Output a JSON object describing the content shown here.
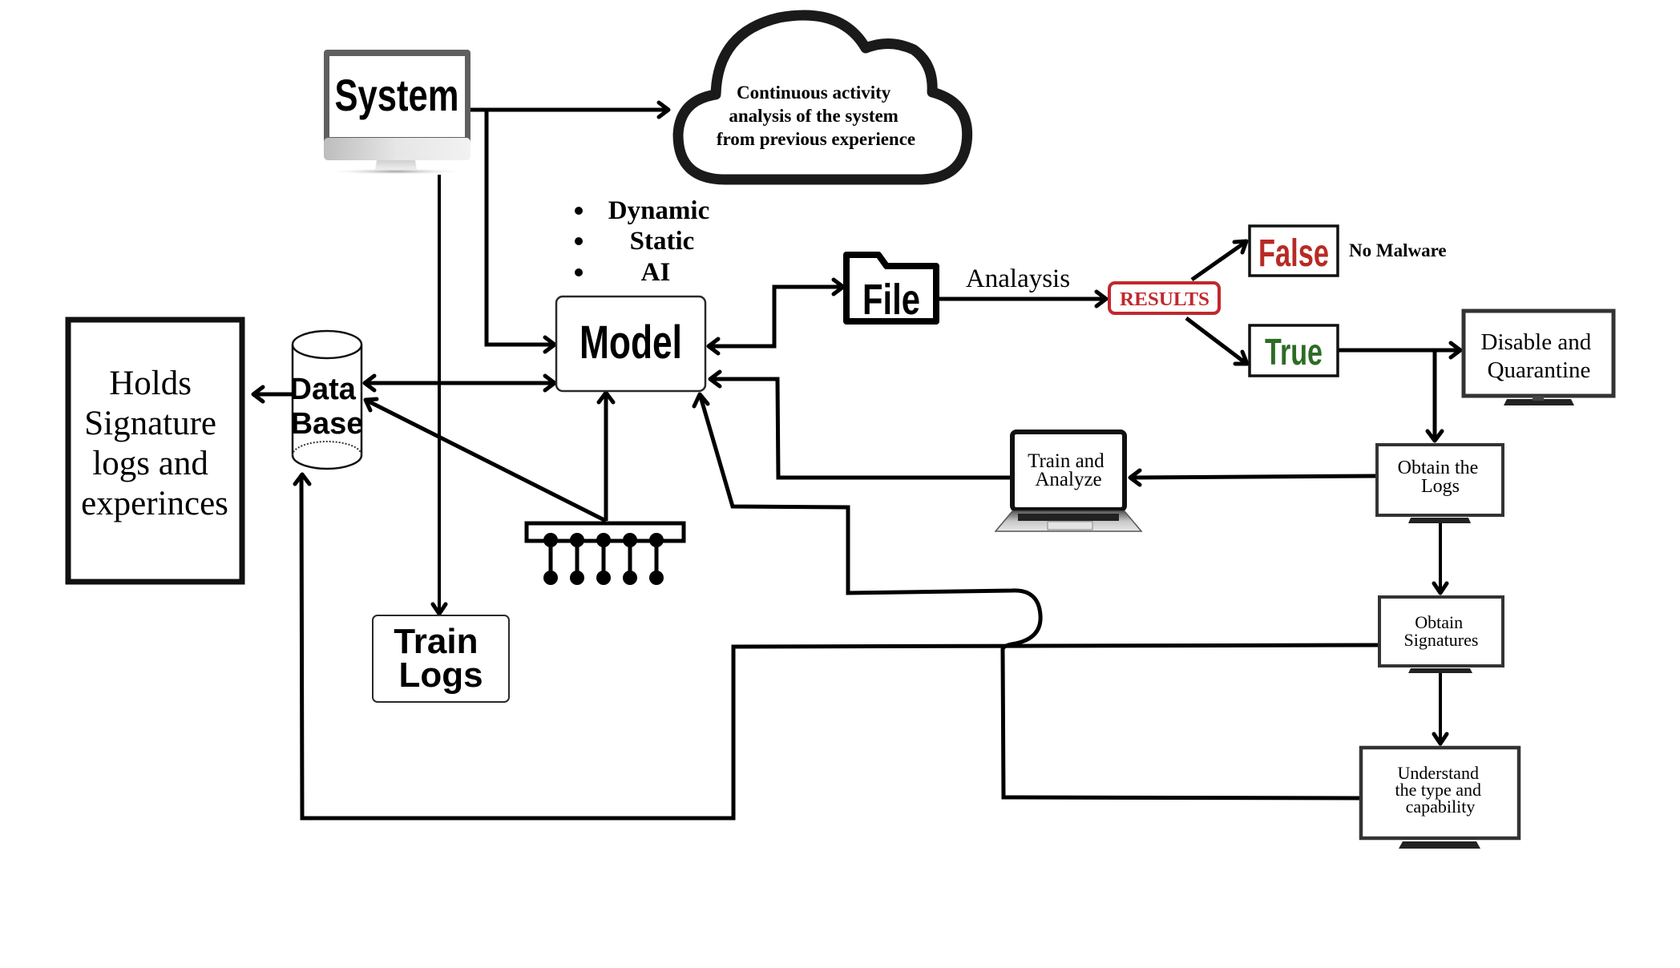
{
  "diagram": {
    "title": "Malware detection workflow",
    "nodes": {
      "system": {
        "label": "System"
      },
      "cloud": {
        "lines": [
          "Continuous activity",
          "analysis of the system",
          "from previous experience"
        ]
      },
      "techniques": {
        "items": [
          "Dynamic",
          "Static",
          "AI"
        ]
      },
      "model": {
        "label": "Model"
      },
      "database": {
        "lines": [
          "Data",
          "Base"
        ]
      },
      "holds": {
        "lines": [
          "Holds",
          "Signature",
          "logs and",
          "experinces"
        ]
      },
      "train_logs": {
        "lines": [
          "Train",
          "Logs"
        ]
      },
      "file": {
        "label": "File"
      },
      "analysis_edge": {
        "label": "Analaysis"
      },
      "results": {
        "label": "RESULTS",
        "color": "#c0282d"
      },
      "false_node": {
        "label": "False",
        "color": "#b82a24",
        "note": "No Malware"
      },
      "true_node": {
        "label": "True",
        "color": "#2e6b26"
      },
      "disable": {
        "lines": [
          "Disable and",
          "Quarantine"
        ]
      },
      "train_analyze": {
        "lines": [
          "Train and",
          "Analyze"
        ]
      },
      "obtain_logs": {
        "lines": [
          "Obtain the",
          "Logs"
        ]
      },
      "obtain_signatures": {
        "lines": [
          "Obtain",
          "Signatures"
        ]
      },
      "understand": {
        "lines": [
          "Understand",
          "the type and",
          "capability"
        ]
      }
    },
    "edges": [
      {
        "from": "system",
        "to": "cloud"
      },
      {
        "from": "system",
        "to": "model"
      },
      {
        "from": "system",
        "to": "train_logs"
      },
      {
        "from": "model",
        "to": "database",
        "bidirectional": true
      },
      {
        "from": "database",
        "to": "holds"
      },
      {
        "from": "network",
        "to": "database"
      },
      {
        "from": "network",
        "to": "model"
      },
      {
        "from": "model",
        "to": "file",
        "bidirectional": true
      },
      {
        "from": "file",
        "to": "results",
        "label": "Analaysis"
      },
      {
        "from": "results",
        "to": "false_node"
      },
      {
        "from": "results",
        "to": "true_node"
      },
      {
        "from": "true_node",
        "to": "disable"
      },
      {
        "from": "true_node",
        "to": "obtain_logs"
      },
      {
        "from": "obtain_logs",
        "to": "train_analyze"
      },
      {
        "from": "train_analyze",
        "to": "model"
      },
      {
        "from": "obtain_logs",
        "to": "obtain_signatures"
      },
      {
        "from": "obtain_signatures",
        "to": "understand"
      },
      {
        "from": "obtain_signatures",
        "to": "database"
      },
      {
        "from": "understand",
        "to": "model"
      }
    ]
  }
}
